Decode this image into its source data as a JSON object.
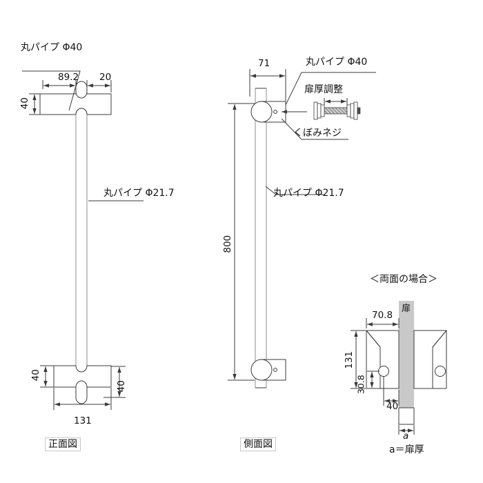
{
  "drawing": {
    "background": "#ffffff",
    "line_color": "#3a3a3a",
    "pipe_fill": "#ffffff",
    "door_fill": "#c9c9c9",
    "thread_fill": "#b5b5b5"
  },
  "front_view": {
    "tag": "正面図",
    "callout_top": "丸パイプ Φ40",
    "callout_mid": "丸パイプ Φ21.7",
    "dim_89_2": "89.2",
    "dim_20": "20",
    "dim_40_top": "40",
    "dim_131": "131",
    "dim_40_bottom_left": "40",
    "dim_40_bottom_right": "40"
  },
  "side_view": {
    "tag": "側面図",
    "callout_top": "丸パイプ Φ40",
    "callout_mid": "丸パイプ Φ21.7",
    "callout_adjust": "扉厚調整",
    "callout_screw": "くぼみネジ",
    "dim_71": "71",
    "dim_800": "800"
  },
  "detail_view": {
    "title": "＜両面の場合＞",
    "door_label": "扉",
    "dim_70_8": "70.8",
    "dim_131": "131",
    "dim_30_8": "30.8",
    "dim_40": "40",
    "dim_a": "a",
    "note": "a＝扉厚"
  }
}
